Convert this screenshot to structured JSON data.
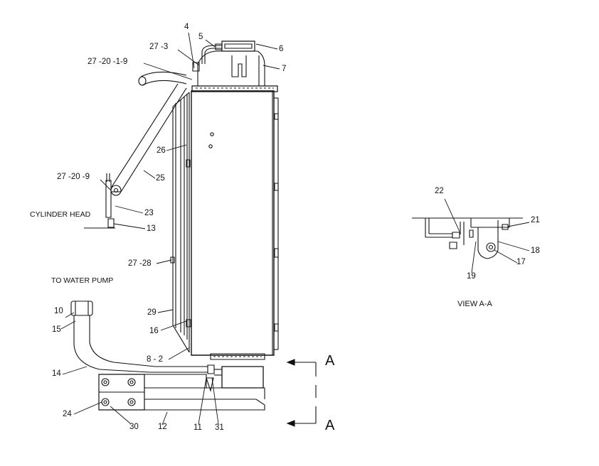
{
  "callouts": {
    "c4": "4",
    "c5": "5",
    "c6": "6",
    "c7": "7",
    "c27_3": "27  -3",
    "c27_20_1_9": "27  -20  -1-9",
    "c26": "26",
    "c25": "25",
    "c27_20_9": "27  -20  -9",
    "c23": "23",
    "c13": "13",
    "c27_28": "27  -28",
    "c10": "10",
    "c15": "15",
    "c14": "14",
    "c29": "29",
    "c16": "16",
    "c8_2": "8 - 2",
    "c24": "24",
    "c30": "30",
    "c12": "12",
    "c11": "11",
    "c31": "31",
    "c22": "22",
    "c21": "21",
    "c18": "18",
    "c17": "17",
    "c19": "19"
  },
  "captions": {
    "cylinder_head": "CYLINDER HEAD",
    "to_water_pump": "TO WATER PUMP",
    "view_aa": "VIEW  A-A"
  },
  "section_markers": {
    "top": "A",
    "bottom": "A"
  }
}
